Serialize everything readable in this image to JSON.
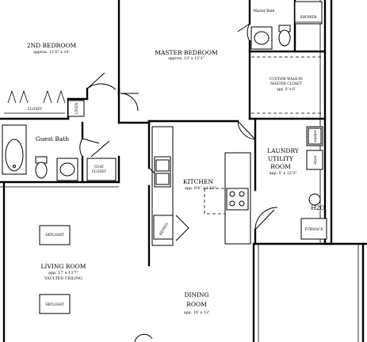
{
  "rooms": {
    "bedroom2": {
      "name": "2ND BEDROOM",
      "dim": "approx. 11'6\" x 10'"
    },
    "master": {
      "name": "MASTER BEDROOM",
      "dim": "approx. 13' x 12'3\""
    },
    "master_bath": {
      "name": "Master Bath"
    },
    "walkin": {
      "line1": "CUSTOM WALK-IN",
      "line2": "MASTER CLOSET",
      "dim": "app. 8' x 6'"
    },
    "guest_bath": {
      "name": "Guest Bath"
    },
    "kitchen": {
      "name": "KITCHEN",
      "dim": "app. 9'6\" x 12'3\""
    },
    "laundry": {
      "line1": "LAUNDRY",
      "line2": "UTILITY",
      "line3": "ROOM",
      "dim": "app. 5' x 12'3\""
    },
    "living": {
      "name": "LIVING ROOM",
      "dim": "app. 17' x 13'7\"",
      "note": "VAULTED CEILING"
    },
    "dining": {
      "line1": "DINING",
      "line2": "ROOM",
      "dim": "app. 10' x 12'"
    }
  },
  "labels": {
    "closet": "CLOSET",
    "linen": "LINEN",
    "coat_line1": "COAT",
    "coat_line2": "CLOSET",
    "shower": "SHOWER",
    "washer": "washer",
    "dryer": "dryer",
    "h2o": "H2O",
    "furnace": "FURNACE",
    "refrig": "REFRIG",
    "skylight_1": "SKYLIGHT",
    "skylight_2": "SKYLIGHT"
  }
}
